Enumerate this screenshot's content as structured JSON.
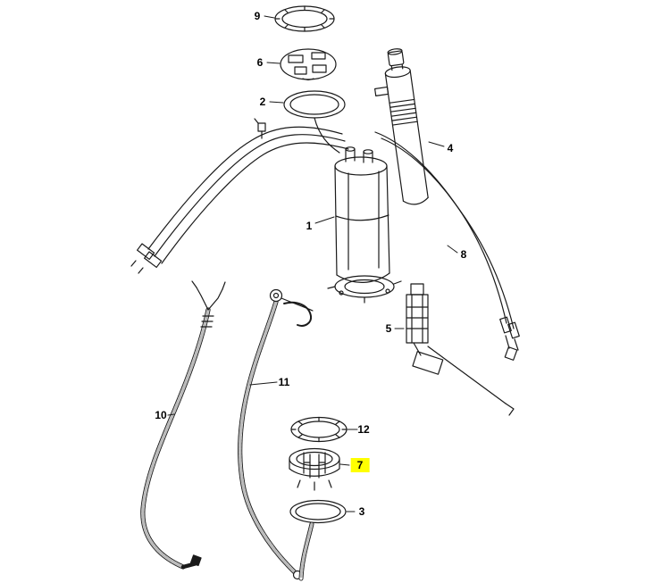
{
  "diagram": {
    "kind": "exploded-parts-diagram",
    "background_color": "#ffffff",
    "line_color": "#1a1a1a",
    "highlight_color": "#ffff00",
    "highlighted_part": "7",
    "labels": [
      {
        "id": "9",
        "highlighted": false
      },
      {
        "id": "6",
        "highlighted": false
      },
      {
        "id": "2",
        "highlighted": false
      },
      {
        "id": "4",
        "highlighted": false
      },
      {
        "id": "1",
        "highlighted": false
      },
      {
        "id": "8",
        "highlighted": false
      },
      {
        "id": "5",
        "highlighted": false
      },
      {
        "id": "11",
        "highlighted": false
      },
      {
        "id": "10",
        "highlighted": false
      },
      {
        "id": "12",
        "highlighted": false
      },
      {
        "id": "7",
        "highlighted": true
      },
      {
        "id": "3",
        "highlighted": false
      }
    ]
  }
}
